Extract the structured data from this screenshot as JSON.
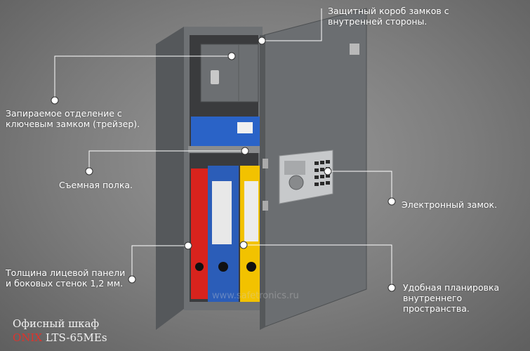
{
  "callouts": {
    "lock_box": "Защитный короб  замков с\nвнутренней стороны.",
    "trezor": "Запираемое отделение с\nключевым замком (трейзер).",
    "shelf": "Съемная полка.",
    "electronic_lock": "Электронный замок.",
    "panel_thickness": "Толщина лицевой панели\nи боковых стенок 1,2 мм.",
    "interior": "Удобная планировка\nвнутреннего пространства."
  },
  "watermark": "www.safetronics.ru",
  "caption": {
    "line1": "Офисный шкаф",
    "brand": "ONIX",
    "model": "LTS-65MEs"
  },
  "colors": {
    "brand": "#e0322b",
    "callout_text": "#ffffff",
    "binder_red": "#d8231d",
    "binder_blue": "#2b5db8",
    "binder_yellow": "#f2c200"
  }
}
